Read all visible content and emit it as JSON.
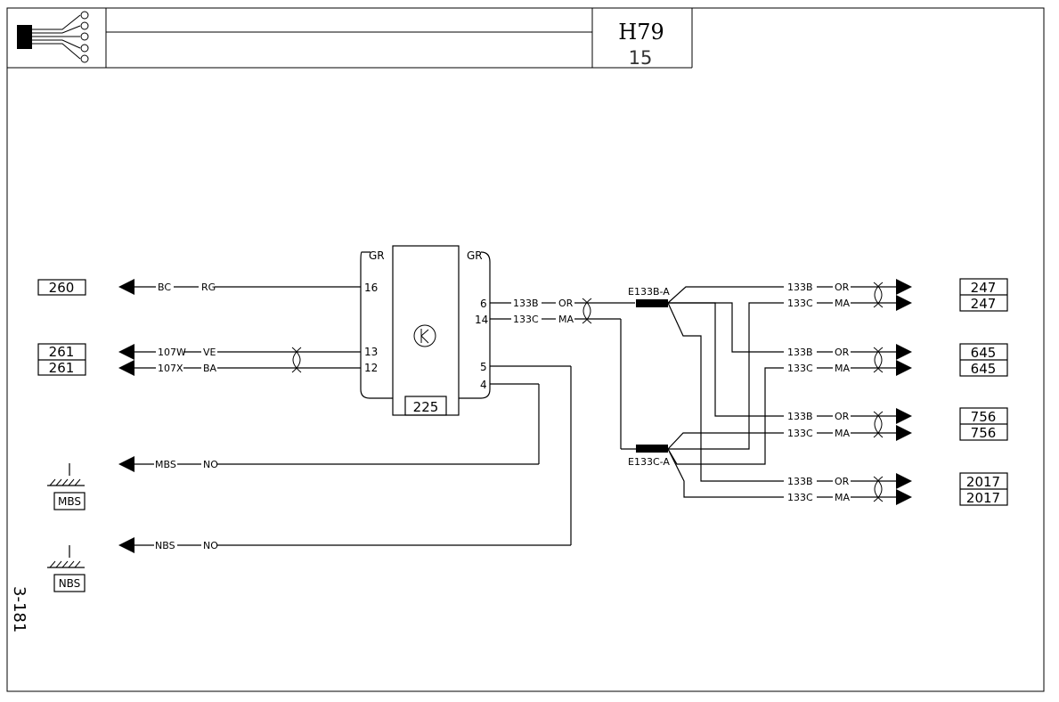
{
  "title_block": {
    "code": "H79",
    "sub": "15",
    "icon": "wiring-harness-icon"
  },
  "side_label": "3-181",
  "component": {
    "id": "225",
    "left_color": "GR",
    "right_color": "GR",
    "symbol": "electronic-module-icon"
  },
  "left_connections": [
    {
      "pin": "16",
      "wire1": "BC",
      "wire2": "RG",
      "dest": [
        "260"
      ]
    },
    {
      "pin": "13",
      "wire1": "107W",
      "wire2": "VE",
      "dest": [
        "261"
      ]
    },
    {
      "pin": "12",
      "wire1": "107X",
      "wire2": "BA",
      "dest": [
        "261"
      ]
    }
  ],
  "grounds": [
    {
      "wire1": "MBS",
      "wire2": "NO",
      "label": "MBS",
      "pin": "4"
    },
    {
      "wire1": "NBS",
      "wire2": "NO",
      "label": "NBS",
      "pin": "5"
    }
  ],
  "right_pins": [
    {
      "pin": "6",
      "wire": "133B",
      "color": "OR"
    },
    {
      "pin": "14",
      "wire": "133C",
      "color": "MA"
    }
  ],
  "splices": [
    {
      "label": "E133B-A"
    },
    {
      "label": "E133C-A"
    }
  ],
  "right_connections": [
    {
      "wire": "133B",
      "color": "OR",
      "dest": "247"
    },
    {
      "wire": "133C",
      "color": "MA",
      "dest": "247"
    },
    {
      "wire": "133B",
      "color": "OR",
      "dest": "645"
    },
    {
      "wire": "133C",
      "color": "MA",
      "dest": "645"
    },
    {
      "wire": "133B",
      "color": "OR",
      "dest": "756"
    },
    {
      "wire": "133C",
      "color": "MA",
      "dest": "756"
    },
    {
      "wire": "133B",
      "color": "OR",
      "dest": "2017"
    },
    {
      "wire": "133C",
      "color": "MA",
      "dest": "2017"
    }
  ]
}
